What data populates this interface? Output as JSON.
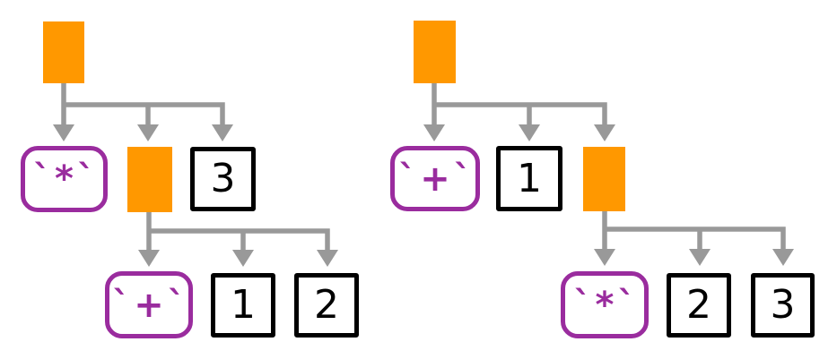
{
  "colors": {
    "expression_orange": "#FF9800",
    "terminal_purple": "#9A2C9E",
    "number_black": "#000000",
    "arrow_gray": "#999999"
  },
  "trees": [
    {
      "name": "left parse tree",
      "root": {
        "kind": "expression-placeholder"
      },
      "children": [
        {
          "kind": "operator-terminal",
          "label": "`*`"
        },
        {
          "kind": "expression-placeholder"
        },
        {
          "kind": "number-terminal",
          "label": "3"
        }
      ],
      "subtree_children": [
        {
          "kind": "operator-terminal",
          "label": "`+`"
        },
        {
          "kind": "number-terminal",
          "label": "1"
        },
        {
          "kind": "number-terminal",
          "label": "2"
        }
      ]
    },
    {
      "name": "right parse tree",
      "root": {
        "kind": "expression-placeholder"
      },
      "children": [
        {
          "kind": "operator-terminal",
          "label": "`+`"
        },
        {
          "kind": "number-terminal",
          "label": "1"
        },
        {
          "kind": "expression-placeholder"
        }
      ],
      "subtree_children": [
        {
          "kind": "operator-terminal",
          "label": "`*`"
        },
        {
          "kind": "number-terminal",
          "label": "2"
        },
        {
          "kind": "number-terminal",
          "label": "3"
        }
      ]
    }
  ]
}
